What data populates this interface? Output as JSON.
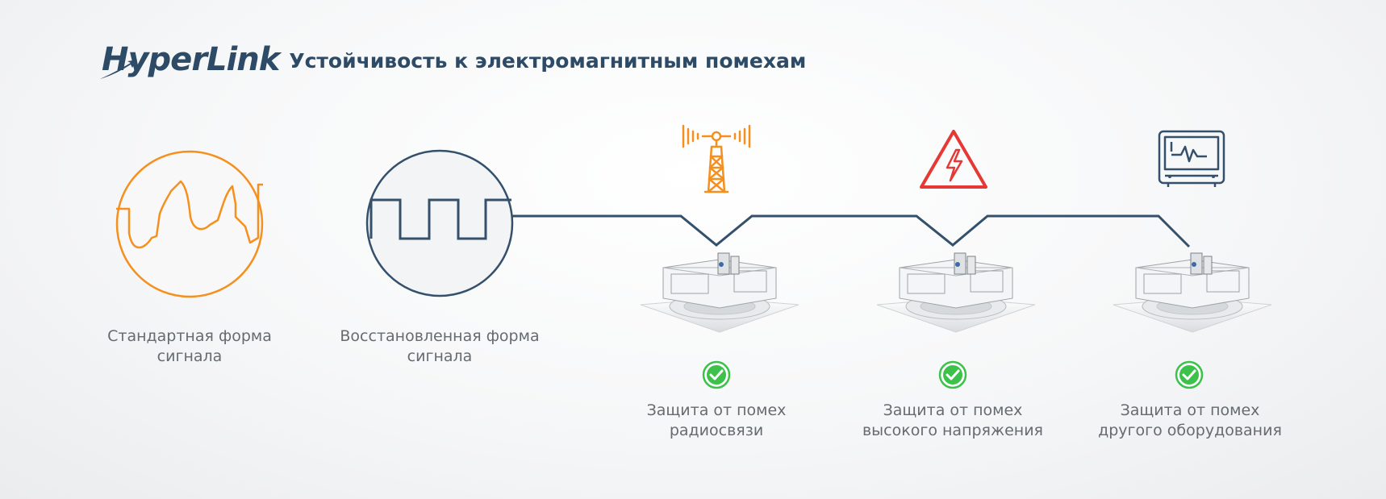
{
  "header": {
    "logo": "HyperLink",
    "title": "Устойчивость к электромагнитным помехам"
  },
  "signals": [
    {
      "icon": "distorted-wave-icon",
      "color": "#f5901e",
      "caption_line1": "Стандартная форма",
      "caption_line2": "сигнала"
    },
    {
      "icon": "square-wave-icon",
      "color": "#34506b",
      "caption_line1": "Восстановленная форма",
      "caption_line2": "сигнала"
    }
  ],
  "protections": [
    {
      "icon": "radio-tower-icon",
      "icon_color": "#f5901e",
      "status": "check-icon",
      "caption_line1": "Защита от помех",
      "caption_line2": "радиосвязи"
    },
    {
      "icon": "high-voltage-icon",
      "icon_color": "#e53935",
      "status": "check-icon",
      "caption_line1": "Защита от помех",
      "caption_line2": "высокого напряжения"
    },
    {
      "icon": "equipment-monitor-icon",
      "icon_color": "#34506b",
      "status": "check-icon",
      "caption_line1": "Защита от помех",
      "caption_line2": "другого оборудования"
    }
  ],
  "colors": {
    "brand": "#2d4a66",
    "accent": "#f5901e",
    "line": "#34506b",
    "check": "#3cc24a",
    "warning": "#e53935"
  }
}
